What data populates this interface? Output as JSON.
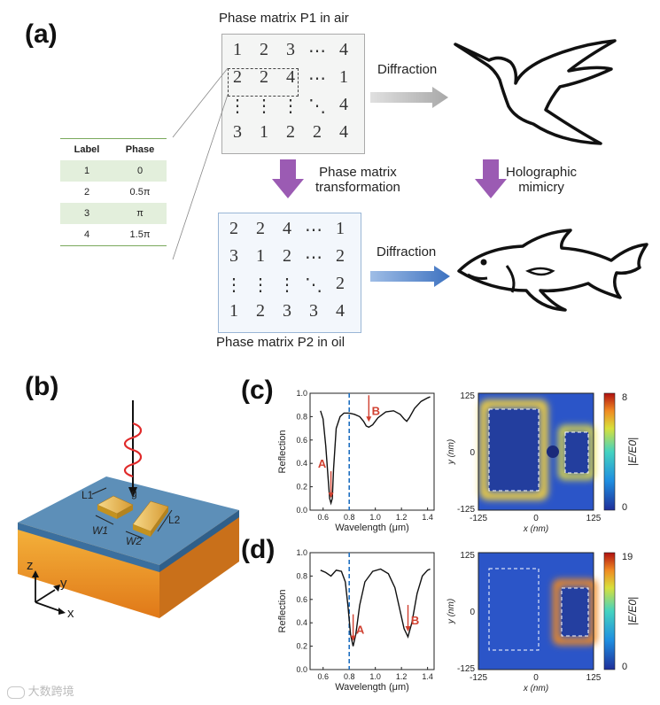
{
  "panels": {
    "a": "(a)",
    "b": "(b)",
    "c": "(c)",
    "d": "(d)"
  },
  "panel_a": {
    "p1_title": "Phase matrix P1 in air",
    "p2_title": "Phase matrix P2 in oil",
    "diffraction_1": "Diffraction",
    "diffraction_2": "Diffraction",
    "transform_line1": "Phase matrix",
    "transform_line2": "transformation",
    "holo_line1": "Holographic",
    "holo_line2": "mimicry",
    "p1_rows": [
      [
        "1",
        "2",
        "3",
        "⋯",
        "4"
      ],
      [
        "2",
        "2",
        "4",
        "⋯",
        "1"
      ],
      [
        "⋮",
        "⋮",
        "⋮",
        "⋱",
        "4"
      ],
      [
        "3",
        "1",
        "2",
        "2",
        "4"
      ]
    ],
    "p2_rows": [
      [
        "2",
        "2",
        "4",
        "⋯",
        "1"
      ],
      [
        "3",
        "1",
        "2",
        "⋯",
        "2"
      ],
      [
        "⋮",
        "⋮",
        "⋮",
        "⋱",
        "2"
      ],
      [
        "1",
        "2",
        "3",
        "3",
        "4"
      ]
    ],
    "table": {
      "headers": [
        "Label",
        "Phase"
      ],
      "rows": [
        [
          "1",
          "0"
        ],
        [
          "2",
          "0.5π"
        ],
        [
          "3",
          "π"
        ],
        [
          "4",
          "1.5π"
        ]
      ]
    }
  },
  "panel_b": {
    "labels": {
      "L1": "L1",
      "L2": "L2",
      "W1": "W1",
      "W2": "W2",
      "g": "g",
      "z": "z",
      "y": "y",
      "x": "x"
    }
  },
  "chart_data": [
    {
      "type": "line",
      "panel": "c",
      "xlabel": "Wavelength (μm)",
      "ylabel": "Reflection",
      "xlim": [
        0.5,
        1.45
      ],
      "ylim": [
        0.0,
        1.0
      ],
      "xticks": [
        "0.6",
        "0.8",
        "1.0",
        "1.2",
        "1.4"
      ],
      "yticks": [
        "0.0",
        "0.2",
        "0.4",
        "0.6",
        "0.8",
        "1.0"
      ],
      "dashed_x": 0.8,
      "annotations": [
        {
          "text": "A",
          "x": 0.66
        },
        {
          "text": "B",
          "x": 0.95
        }
      ],
      "x": [
        0.58,
        0.6,
        0.62,
        0.64,
        0.65,
        0.66,
        0.67,
        0.68,
        0.7,
        0.73,
        0.76,
        0.8,
        0.84,
        0.88,
        0.91,
        0.93,
        0.95,
        0.98,
        1.02,
        1.08,
        1.14,
        1.19,
        1.22,
        1.24,
        1.26,
        1.3,
        1.35,
        1.4,
        1.42
      ],
      "y": [
        0.85,
        0.78,
        0.55,
        0.25,
        0.1,
        0.06,
        0.1,
        0.35,
        0.7,
        0.8,
        0.83,
        0.83,
        0.82,
        0.8,
        0.76,
        0.72,
        0.71,
        0.73,
        0.79,
        0.84,
        0.85,
        0.82,
        0.78,
        0.76,
        0.79,
        0.87,
        0.93,
        0.96,
        0.97
      ]
    },
    {
      "type": "line",
      "panel": "d",
      "xlabel": "Wavelength (μm)",
      "ylabel": "Reflection",
      "xlim": [
        0.5,
        1.45
      ],
      "ylim": [
        0.0,
        1.0
      ],
      "xticks": [
        "0.6",
        "0.8",
        "1.0",
        "1.2",
        "1.4"
      ],
      "yticks": [
        "0.0",
        "0.2",
        "0.4",
        "0.6",
        "0.8",
        "1.0"
      ],
      "dashed_x": 0.8,
      "annotations": [
        {
          "text": "A",
          "x": 0.83
        },
        {
          "text": "B",
          "x": 1.25
        }
      ],
      "x": [
        0.58,
        0.62,
        0.66,
        0.7,
        0.74,
        0.77,
        0.79,
        0.81,
        0.83,
        0.85,
        0.88,
        0.92,
        0.98,
        1.04,
        1.1,
        1.15,
        1.19,
        1.22,
        1.25,
        1.28,
        1.32,
        1.36,
        1.4,
        1.42
      ],
      "y": [
        0.85,
        0.83,
        0.8,
        0.85,
        0.84,
        0.75,
        0.55,
        0.3,
        0.2,
        0.3,
        0.55,
        0.75,
        0.84,
        0.86,
        0.82,
        0.7,
        0.5,
        0.35,
        0.28,
        0.4,
        0.65,
        0.8,
        0.85,
        0.86
      ]
    },
    {
      "type": "heatmap",
      "panel": "c",
      "xlabel": "x (nm)",
      "ylabel": "y (nm)",
      "xticks": [
        "-125",
        "0",
        "125"
      ],
      "yticks": [
        "125",
        "0",
        "-125"
      ],
      "colorbar_label": "|E/E0|",
      "colorbar_max": "8",
      "colorbar_min": "0"
    },
    {
      "type": "heatmap",
      "panel": "d",
      "xlabel": "x (nm)",
      "ylabel": "y (nm)",
      "xticks": [
        "-125",
        "0",
        "125"
      ],
      "yticks": [
        "125",
        "0",
        "-125"
      ],
      "colorbar_label": "|E/E0|",
      "colorbar_max": "19",
      "colorbar_min": "0"
    }
  ],
  "watermark": "大数跨境",
  "colors": {
    "purple": "#9b5bb3",
    "blue_arrow": "#4a7fc8",
    "gray_arrow": "#b8b8b8",
    "red": "#d04030",
    "dash_blue": "#1f6fc0"
  }
}
